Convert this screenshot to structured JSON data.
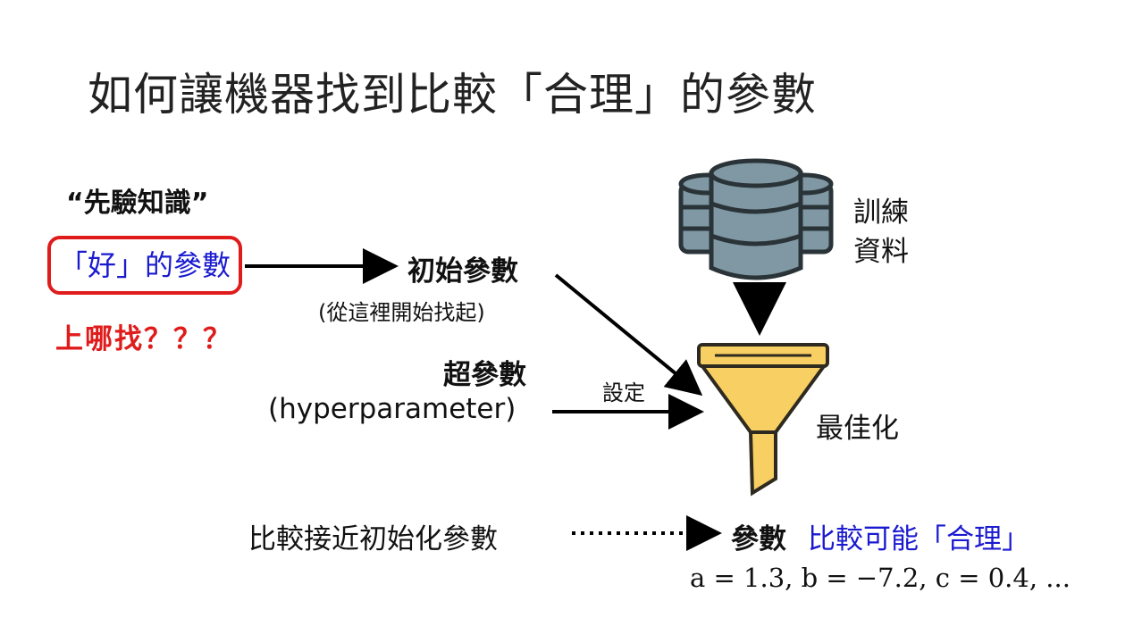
{
  "title": "如何讓機器找到比較「合理」的參數",
  "prior_knowledge": "“先驗知識”",
  "good_params": "「好」的參數",
  "where_to_find": "上哪找？？？",
  "initial_params": {
    "title": "初始參數",
    "subtitle": "(從這裡開始找起)"
  },
  "hyperparameter": {
    "title": "超參數",
    "subtitle": "(hyperparameter)",
    "set_label": "設定"
  },
  "training_data": {
    "line1": "訓練",
    "line2": "資料"
  },
  "optimization": "最佳化",
  "bottom": {
    "closer_text": "比較接近初始化參數",
    "params_bold": "參數",
    "params_blue": "比較可能「合理」",
    "values": "a = 1.3, b = −7.2, c = 0.4, ..."
  },
  "icons": {
    "database": "database-icon",
    "funnel": "funnel-icon"
  },
  "colors": {
    "red": "#e01b1b",
    "blue": "#1a1ad0",
    "db_fill": "#7f98a3",
    "db_dark": "#2a3438",
    "funnel_fill": "#f8cf62",
    "funnel_stroke": "#2e2a20"
  }
}
